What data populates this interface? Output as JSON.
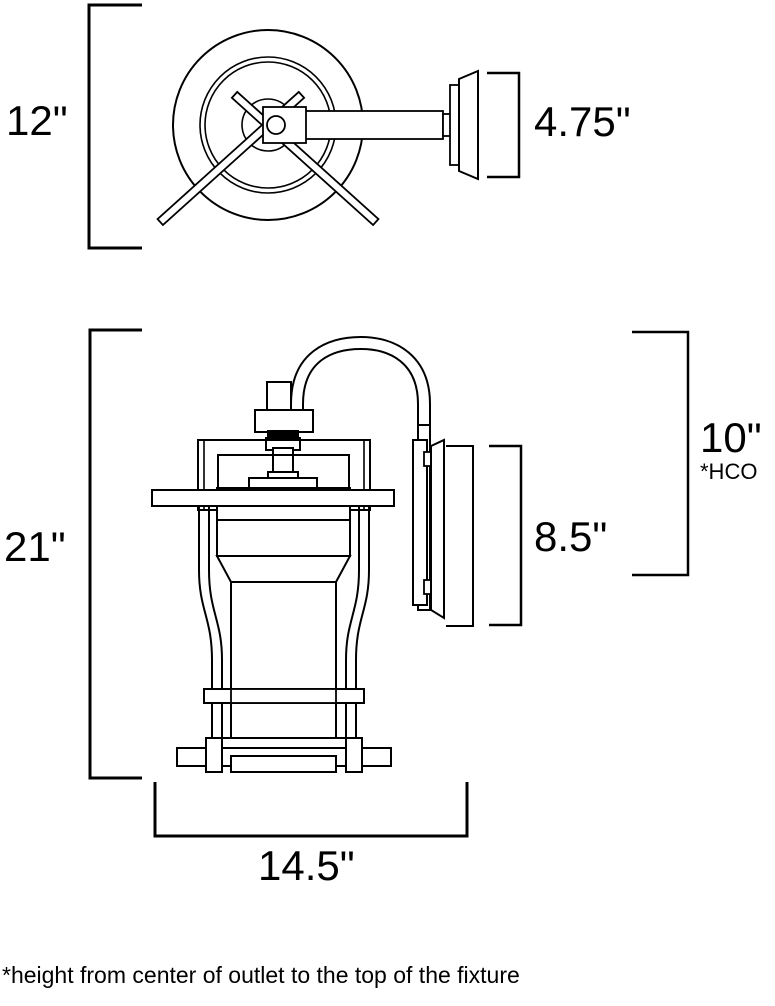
{
  "drawing": {
    "title": "wall lantern dimension drawing",
    "units": "inches",
    "stroke_color": "#000000",
    "fill_color": "#ffffff",
    "background": "#ffffff",
    "views": [
      {
        "name": "top-view",
        "description": "circular top view with X cross brace and mounting arm"
      },
      {
        "name": "side-elevation-view",
        "description": "side elevation of gooseneck wall lantern with backplate"
      }
    ]
  },
  "dimensions": {
    "top_height": "12\"",
    "top_backplate_depth": "4.75\"",
    "overall_height": "21\"",
    "backplate_height": "8.5\"",
    "outlet_height": "10\"",
    "outlet_height_note": "*HCO",
    "overall_width": "14.5\""
  },
  "footnote": {
    "text": "*height from center of outlet to the top of the fixture"
  }
}
